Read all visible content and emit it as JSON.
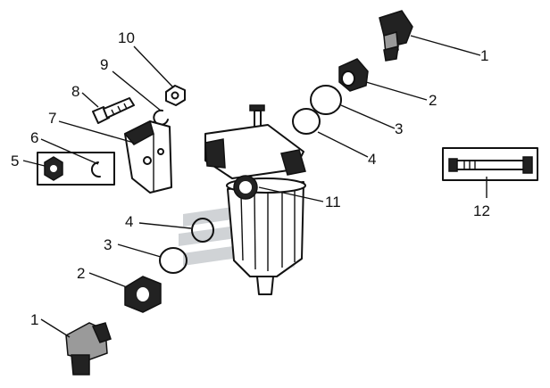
{
  "callouts": {
    "c1a": "1",
    "c1b": "1",
    "c2a": "2",
    "c2b": "2",
    "c3a": "3",
    "c3b": "3",
    "c4a": "4",
    "c4b": "4",
    "c5": "5",
    "c6": "6",
    "c7": "7",
    "c8": "8",
    "c9": "9",
    "c10": "10",
    "c11": "11",
    "c12": "12"
  },
  "colors": {
    "ink": "#111111",
    "watermark": "#c8ccd0"
  }
}
